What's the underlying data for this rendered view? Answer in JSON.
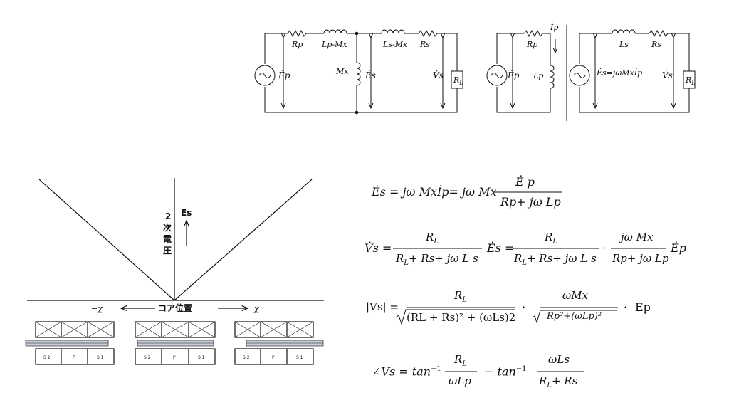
{
  "circuit_left": {
    "labels": {
      "rp": "Rp",
      "lp_mx": "Lp-Mx",
      "ls_mx": "Ls-Mx",
      "rs": "Rs",
      "ep": "Ėp",
      "mx": "Mx",
      "es": "Ės",
      "vs": "V̇s",
      "rl": "R",
      "rl_sub": "L"
    }
  },
  "circuit_right": {
    "labels": {
      "ip": "İp",
      "rp": "Rp",
      "ep": "Ėp",
      "lp": "Lp",
      "ls": "Ls",
      "rs": "Rs",
      "es_eq": "Ės=jωMxİp",
      "vs": "V̇s",
      "rl": "R",
      "rl_sub": "L"
    }
  },
  "graph": {
    "y_label_chars": [
      "2",
      "次",
      "電",
      "圧"
    ],
    "es_label": "Es",
    "x_neg": "−χ",
    "x_pos": "χ",
    "x_axis_title": "コア位置",
    "coil_labels": [
      "S 2",
      "P",
      "S 1"
    ]
  },
  "equations": {
    "eq1_lhs": "Ės = jω Mxİp= jω Mx",
    "eq1_num": "Ė p",
    "eq1_den": "Rp+ jω Lp",
    "eq2_lhs": "V̇s =",
    "eq2_f1_num": "R",
    "eq2_f1_num_sub": "L",
    "eq2_f1_den": "R",
    "eq2_f1_den_sub": "L",
    "eq2_f1_den_rest": "+ Rs+ jω L s",
    "eq2_es": "Ės =",
    "eq2_f2_num": "R",
    "eq2_f2_num_sub": "L",
    "eq2_f2_den": "R",
    "eq2_f2_den_sub": "L",
    "eq2_f2_den_rest": "+ Rs+ jω L s",
    "eq2_dot": "·",
    "eq2_f3_num": "jω Mx",
    "eq2_f3_den": "Rp+ jω Lp",
    "eq2_ep": "Ėp",
    "eq3_lhs": "|Vs| =",
    "eq3_f1_num": "R",
    "eq3_f1_num_sub": "L",
    "eq3_f1_den": "(RL + Rs)² + (ωLs)2",
    "eq3_dot1": "·",
    "eq3_f2_num": "ωMx",
    "eq3_f2_den": "Rp²+(ωLp)²",
    "eq3_dot2": "·",
    "eq3_ep": "Ep",
    "eq4_lhs": "∠Vs  =  tan",
    "eq4_sup": "−1",
    "eq4_f1_num": "R",
    "eq4_f1_num_sub": "L",
    "eq4_f1_den": "ωLp",
    "eq4_minus": "−  tan",
    "eq4_sup2": "−1",
    "eq4_f2_num": "ωLs",
    "eq4_f2_den": "R",
    "eq4_f2_den_sub": "L",
    "eq4_f2_den_rest": "+ Rs"
  }
}
